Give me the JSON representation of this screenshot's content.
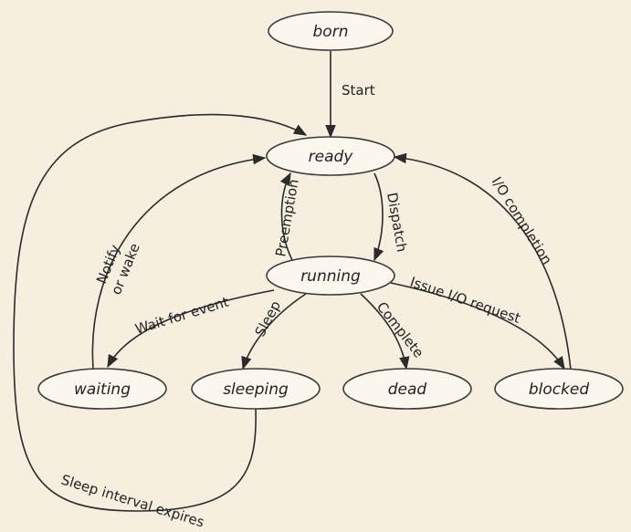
{
  "diagram": {
    "states": {
      "born": "born",
      "ready": "ready",
      "running": "running",
      "waiting": "waiting",
      "sleeping": "sleeping",
      "dead": "dead",
      "blocked": "blocked"
    },
    "transitions": {
      "start": "Start",
      "dispatch": "Dispatch",
      "preemption": "Preemption",
      "io_completion": "I/O completion",
      "notify_line1": "Notify",
      "notify_line2": "or wake",
      "wait_for_event": "Wait for event",
      "sleep": "Sleep",
      "complete": "Complete",
      "issue_io_request": "Issue I/O request",
      "sleep_interval_expires": "Sleep interval expires"
    },
    "colors": {
      "background": "#f6efe0",
      "node_fill": "#fbf7ee",
      "stroke": "#2b2b2b"
    }
  }
}
